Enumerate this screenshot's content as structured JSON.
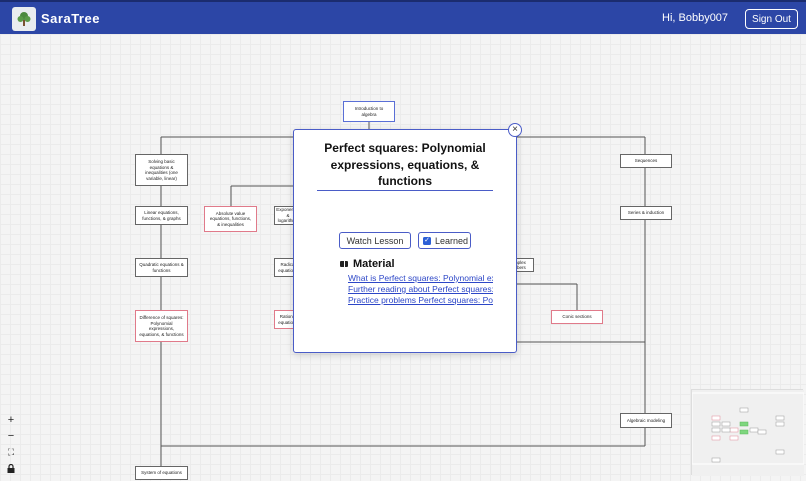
{
  "header": {
    "brand": "SaraTree",
    "greeting": "Hi, Bobby007",
    "signout_label": "Sign Out"
  },
  "tree": {
    "nodes": {
      "intro": "Introduction to algebra",
      "solving_basic": "Solving basic equations & inequalities (one variable, linear)",
      "linear_eq": "Linear equations, functions, & graphs",
      "absolute": "Absolute value equations, functions, & inequalities",
      "expo": "Exponential & logarithms",
      "quadratic": "Quadratic equations & functions",
      "radical": "Radical equations",
      "difference_squares": "Difference of squares: Polynomial expressions, equations, & functions",
      "rational": "Rational equations",
      "complex": "Complex numbers",
      "conic": "Conic sections",
      "sequences": "Sequences",
      "series": "Series & induction",
      "algebraic_modeling": "Algebraic modeling",
      "system_eq": "System of equations"
    }
  },
  "modal": {
    "title": "Perfect squares: Polynomial expressions, equations, & functions",
    "watch_label": "Watch Lesson",
    "learned_label": "Learned",
    "learned_checked": true,
    "material_heading": "Material",
    "links": [
      "What is Perfect squares: Polynomial expressions, equations, & functions",
      "Further reading about Perfect squares: Polynomial expressions, equations, & functions",
      "Practice problems Perfect squares: Polynomial expressions, equations, & functions"
    ]
  },
  "controls": {
    "zoom_in": "+",
    "zoom_out": "−",
    "fit_view": "⛶",
    "lock": "🔒"
  },
  "colors": {
    "header_bg": "#2c46a6",
    "accent": "#4a5cc7",
    "learned_node": "#e07a8a"
  }
}
